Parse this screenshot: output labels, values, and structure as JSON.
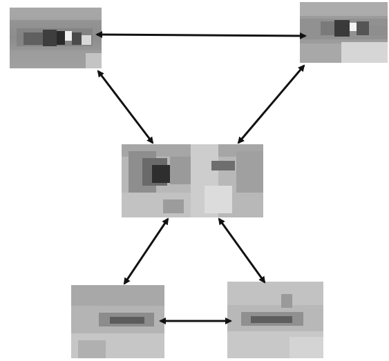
{
  "diagram": {
    "description_nodes": [
      {
        "id": "left-eye"
      },
      {
        "id": "right-eye"
      },
      {
        "id": "nose-eye-region"
      },
      {
        "id": "left-mouth"
      },
      {
        "id": "right-mouth"
      }
    ],
    "edges": [
      {
        "from": "left-eye",
        "to": "right-eye",
        "bidirectional": true
      },
      {
        "from": "left-eye",
        "to": "nose-eye-region",
        "bidirectional": true
      },
      {
        "from": "right-eye",
        "to": "nose-eye-region",
        "bidirectional": true
      },
      {
        "from": "nose-eye-region",
        "to": "left-mouth",
        "bidirectional": true
      },
      {
        "from": "nose-eye-region",
        "to": "right-mouth",
        "bidirectional": true
      },
      {
        "from": "left-mouth",
        "to": "right-mouth",
        "bidirectional": true
      }
    ],
    "colors": {
      "arrow": "#111111",
      "background": "#ffffff"
    }
  }
}
